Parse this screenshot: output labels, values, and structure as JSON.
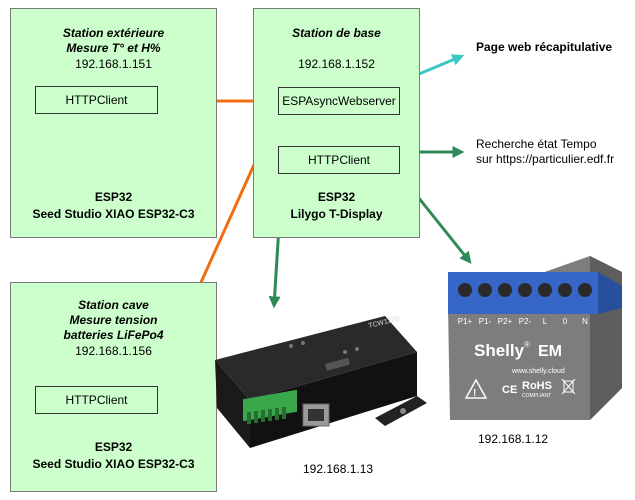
{
  "ext": {
    "title1": "Station extérieure",
    "title2": "Mesure T° et H%",
    "ip": "192.168.1.151",
    "client": "HTTPClient",
    "chip": "ESP32",
    "board": "Seed Studio XIAO ESP32-C3"
  },
  "base": {
    "title": "Station de base",
    "ip": "192.168.1.152",
    "server": "ESPAsyncWebserver",
    "client": "HTTPClient",
    "chip": "ESP32",
    "board": "Lilygo T-Display"
  },
  "cave": {
    "title1": "Station cave",
    "title2": "Mesure tension",
    "title3": "batteries LiFePo4",
    "ip": "192.168.1.156",
    "client": "HTTPClient",
    "chip": "ESP32",
    "board": "Seed Studio XIAO ESP32-C3"
  },
  "web": {
    "label": "Page web récapitulative"
  },
  "tempo": {
    "line1": "Recherche état Tempo",
    "line2": "sur https://particulier.edf.fr"
  },
  "tcw": {
    "model": "TCW122B",
    "ip": "192.168.1.13"
  },
  "shelly": {
    "terminals": [
      "P1+",
      "P1-",
      "P2+",
      "P2-",
      "L",
      "0",
      "N"
    ],
    "brand": "Shelly",
    "reg": "®",
    "model": "EM",
    "site": "www.shelly.cloud",
    "rohs": "RoHS",
    "compliant": "COMPLIANT",
    "ip": "192.168.1.12"
  },
  "colors": {
    "box": "#ccffcc",
    "orange": "#f26d12",
    "cyan": "#3cc7c4",
    "green": "#2e8b57"
  }
}
